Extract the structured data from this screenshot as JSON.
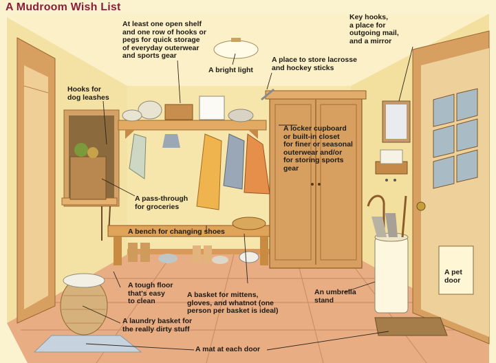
{
  "title": "A Mudroom Wish List",
  "labels": {
    "open_shelf": [
      "At least one open shelf",
      "and one row of hooks or",
      "pegs for quick storage",
      "of everyday outerwear",
      "and sports gear"
    ],
    "bright_light": [
      "A bright light"
    ],
    "lacrosse": [
      "A place to store lacrosse",
      "and hockey sticks"
    ],
    "key_hooks": [
      "Key hooks,",
      "a place for",
      "outgoing mail,",
      "and a mirror"
    ],
    "dog_leashes": [
      "Hooks for",
      "dog leashes"
    ],
    "locker": [
      "A locker cupboard",
      "or built-in closet",
      "for finer or seasonal",
      "outerwear and/or",
      "for storing sports",
      "gear"
    ],
    "pass_through": [
      "A pass-through",
      "for groceries"
    ],
    "bench": [
      "A bench for changing shoes"
    ],
    "pet_door": [
      "A pet",
      "door"
    ],
    "tough_floor": [
      "A tough floor",
      "that's easy",
      "to clean"
    ],
    "basket": [
      "A basket for mittens,",
      "gloves, and whatnot (one",
      "person per basket is ideal)"
    ],
    "umbrella": [
      "An umbrella",
      "stand"
    ],
    "laundry": [
      "A laundry basket for",
      "the really dirty stuff"
    ],
    "mat": [
      "A mat at each door"
    ]
  },
  "colors": {
    "title": "#8a1f3c",
    "wall": "#f7e9b4",
    "wood": "#d79a4e",
    "floor": "#e6a77a"
  }
}
